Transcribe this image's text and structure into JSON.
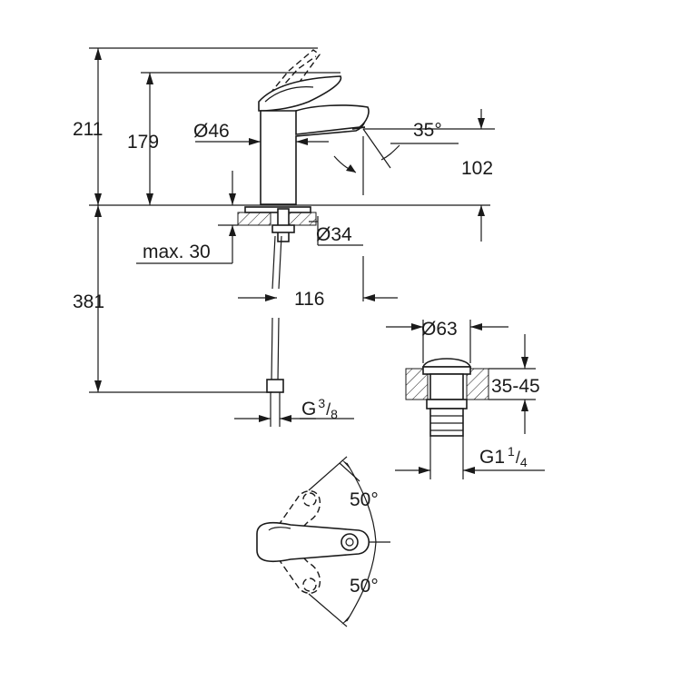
{
  "dimensions": {
    "total_height": "211",
    "spout_height": "179",
    "body_diameter": "Ø46",
    "spout_angle": "35°",
    "outlet_height": "102",
    "mount_diameter": "Ø34",
    "max_deck": "max. 30",
    "spout_reach": "116",
    "hose_length": "381",
    "connection_main": "G",
    "connection_num": "3",
    "connection_den": "8",
    "waste_diameter": "Ø63",
    "waste_range": "35-45",
    "waste_thread_main": "G1",
    "waste_thread_num": "1",
    "waste_thread_den": "4",
    "lever_angle_top": "50°",
    "lever_angle_bottom": "50°"
  }
}
